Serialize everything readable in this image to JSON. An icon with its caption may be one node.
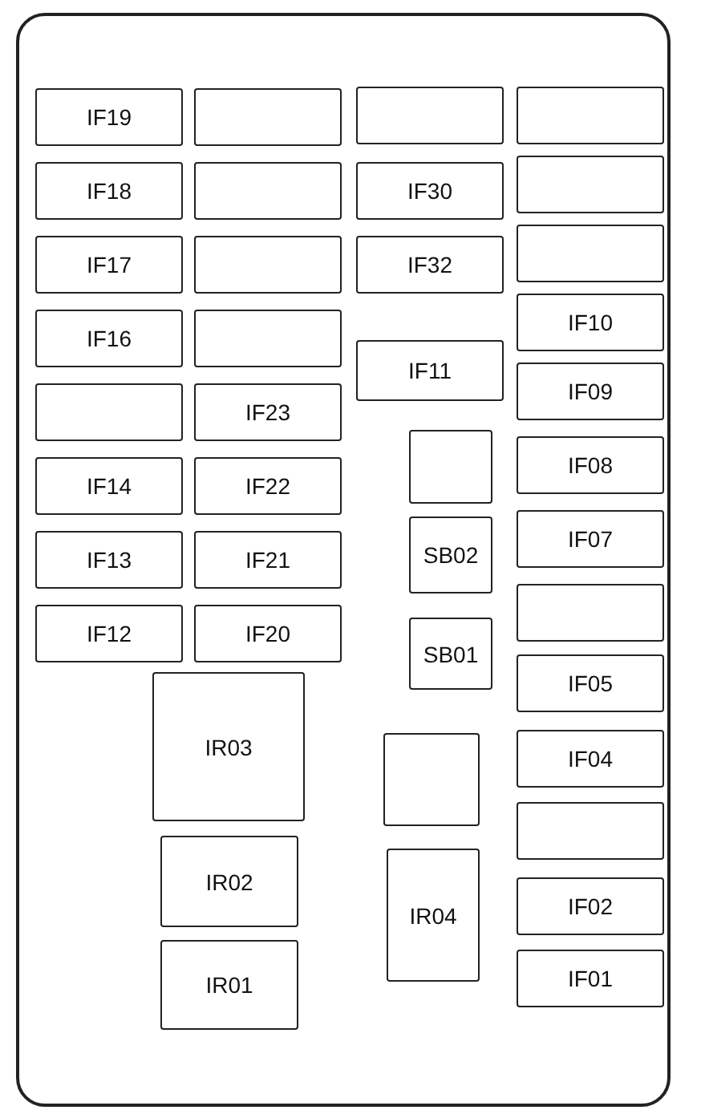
{
  "diagram": {
    "nodes": [
      {
        "text": [],
        "shape": "box"
      },
      {
        "text": [
          "IF19"
        ],
        "in": 0
      },
      {
        "text": [],
        "shape": "box",
        "in": 0
      },
      {
        "text": [],
        "shape": "box",
        "in": 0
      },
      {
        "text": [],
        "shape": "box",
        "in": 0
      },
      {
        "text": [
          "IF18"
        ],
        "in": 0
      },
      {
        "text": [],
        "shape": "box",
        "in": 0
      },
      {
        "text": [
          "IF30"
        ],
        "in": 0
      },
      {
        "text": [],
        "shape": "box",
        "in": 0
      },
      {
        "text": [
          "IF17"
        ],
        "in": 0
      },
      {
        "text": [],
        "shape": "box",
        "in": 0
      },
      {
        "text": [
          "IF32"
        ],
        "in": 0
      },
      {
        "text": [],
        "shape": "box",
        "in": 0
      },
      {
        "text": [
          "IF10"
        ],
        "in": 0
      },
      {
        "text": [
          "IF16"
        ],
        "in": 0
      },
      {
        "text": [],
        "shape": "box",
        "in": 0
      },
      {
        "text": [
          "IF11"
        ],
        "in": 0
      },
      {
        "text": [
          "IF09"
        ],
        "in": 0
      },
      {
        "text": [],
        "shape": "box",
        "in": 0
      },
      {
        "text": [
          "IF23"
        ],
        "in": 0
      },
      {
        "text": [],
        "shape": "box",
        "in": 0
      },
      {
        "text": [
          "IF08"
        ],
        "in": 0
      },
      {
        "text": [
          "IF14"
        ],
        "in": 0
      },
      {
        "text": [
          "IF22"
        ],
        "in": 0
      },
      {
        "text": [
          "IF07"
        ],
        "in": 0
      },
      {
        "text": [
          "SB02"
        ],
        "in": 0
      },
      {
        "text": [
          "IF13"
        ],
        "in": 0
      },
      {
        "text": [
          "IF21"
        ],
        "in": 0
      },
      {
        "text": [],
        "shape": "box",
        "in": 0
      },
      {
        "text": [
          "IF12"
        ],
        "in": 0
      },
      {
        "text": [
          "IF20"
        ],
        "in": 0
      },
      {
        "text": [
          "SB01"
        ],
        "in": 0
      },
      {
        "text": [
          "IF05"
        ],
        "in": 0
      },
      {
        "text": [
          "IR03"
        ],
        "in": 0
      },
      {
        "text": [
          "IF04"
        ],
        "in": 0
      },
      {
        "text": [],
        "shape": "box",
        "in": 0
      },
      {
        "text": [],
        "shape": "box",
        "in": 0
      },
      {
        "text": [
          "IR02"
        ],
        "in": 0
      },
      {
        "text": [
          "IR04"
        ],
        "in": 0
      },
      {
        "text": [
          "IF02"
        ],
        "in": 0
      },
      {
        "text": [
          "IR01"
        ],
        "in": 0
      },
      {
        "text": [
          "IF01"
        ],
        "in": 0
      }
    ]
  }
}
